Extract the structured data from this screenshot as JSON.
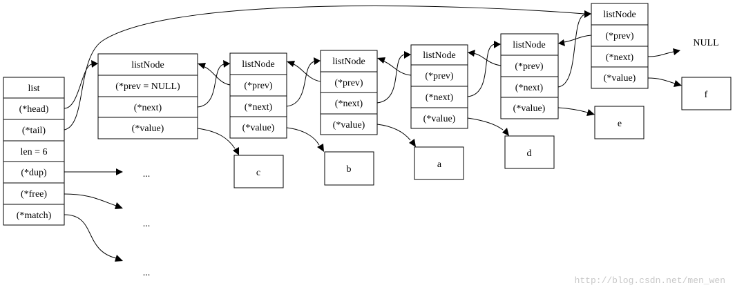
{
  "list": {
    "title": "list",
    "fields": [
      "(*head)",
      "(*tail)",
      "len = 6",
      "(*dup)",
      "(*free)",
      "(*match)"
    ]
  },
  "nodes": [
    {
      "title": "listNode",
      "prev": "(*prev = NULL)",
      "next": "(*next)",
      "value": "(*value)"
    },
    {
      "title": "listNode",
      "prev": "(*prev)",
      "next": "(*next)",
      "value": "(*value)"
    },
    {
      "title": "listNode",
      "prev": "(*prev)",
      "next": "(*next)",
      "value": "(*value)"
    },
    {
      "title": "listNode",
      "prev": "(*prev)",
      "next": "(*next)",
      "value": "(*value)"
    },
    {
      "title": "listNode",
      "prev": "(*prev)",
      "next": "(*next)",
      "value": "(*value)"
    },
    {
      "title": "listNode",
      "prev": "(*prev)",
      "next": "(*next)",
      "value": "(*value)"
    }
  ],
  "values": [
    "c",
    "b",
    "a",
    "d",
    "e",
    "f"
  ],
  "ellipsis": [
    "...",
    "...",
    "..."
  ],
  "null_label": "NULL",
  "watermark": "http://blog.csdn.net/men_wen"
}
